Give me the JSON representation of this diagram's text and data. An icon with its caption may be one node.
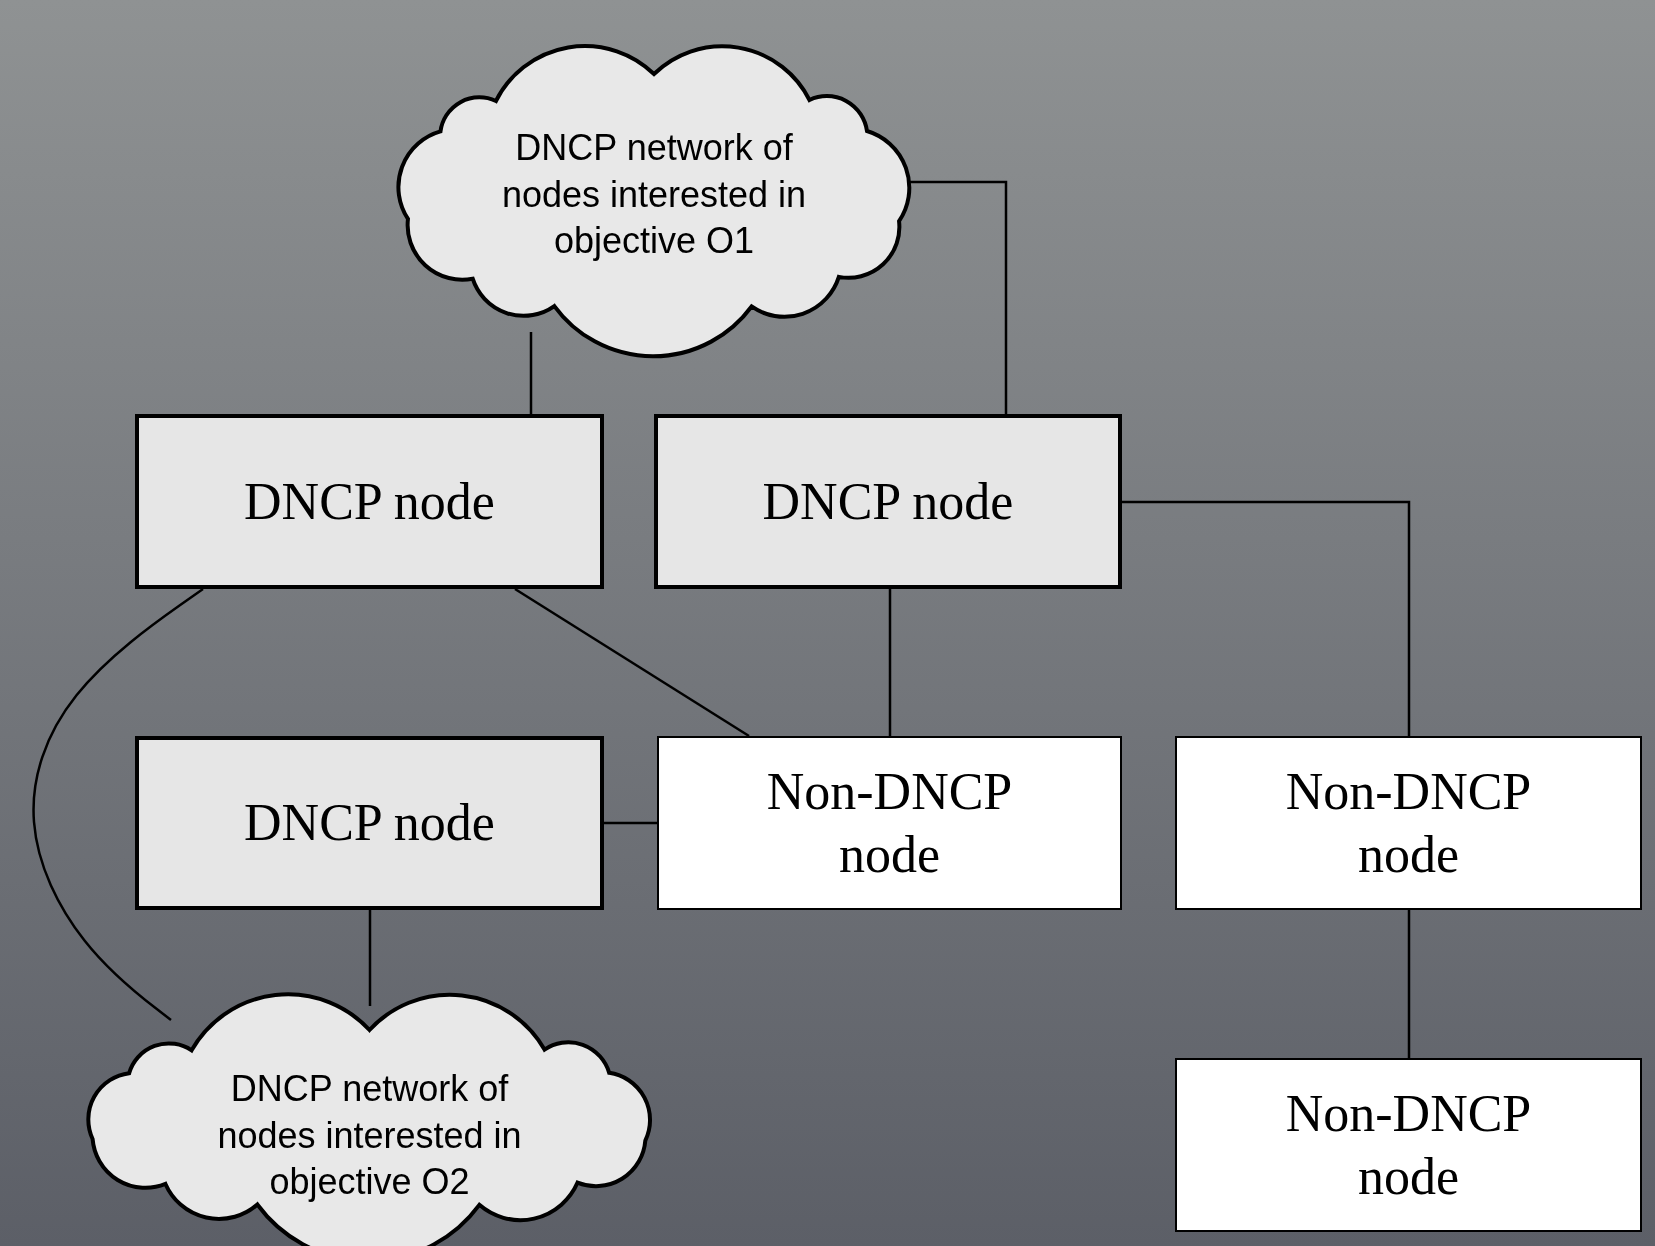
{
  "diagram": {
    "nodes": [
      {
        "text": [
          "DNCP network of nodes interested in objective O1"
        ]
      },
      {
        "text": [
          "DNCP node"
        ]
      },
      {
        "text": [
          "DNCP node"
        ]
      },
      {
        "text": [
          "DNCP node"
        ]
      },
      {
        "text": [
          "Non-DNCP node"
        ]
      },
      {
        "text": [
          "Non-DNCP node"
        ]
      },
      {
        "text": [
          "DNCP network of nodes interested in objective O2"
        ]
      },
      {
        "text": [
          "Non-DNCP node"
        ]
      }
    ],
    "edges": [
      {
        "from": 0,
        "to": 1,
        "arrow": "none"
      },
      {
        "from": 0,
        "to": 2,
        "arrow": "none"
      },
      {
        "from": 2,
        "to": 5,
        "arrow": "none"
      },
      {
        "from": 1,
        "to": 4,
        "arrow": "none"
      },
      {
        "from": 2,
        "to": 4,
        "arrow": "none"
      },
      {
        "from": 1,
        "to": 6,
        "arrow": "none"
      },
      {
        "from": 3,
        "to": 4,
        "arrow": "none"
      },
      {
        "from": 3,
        "to": 6,
        "arrow": "none"
      },
      {
        "from": 5,
        "to": 7,
        "arrow": "none"
      }
    ]
  }
}
